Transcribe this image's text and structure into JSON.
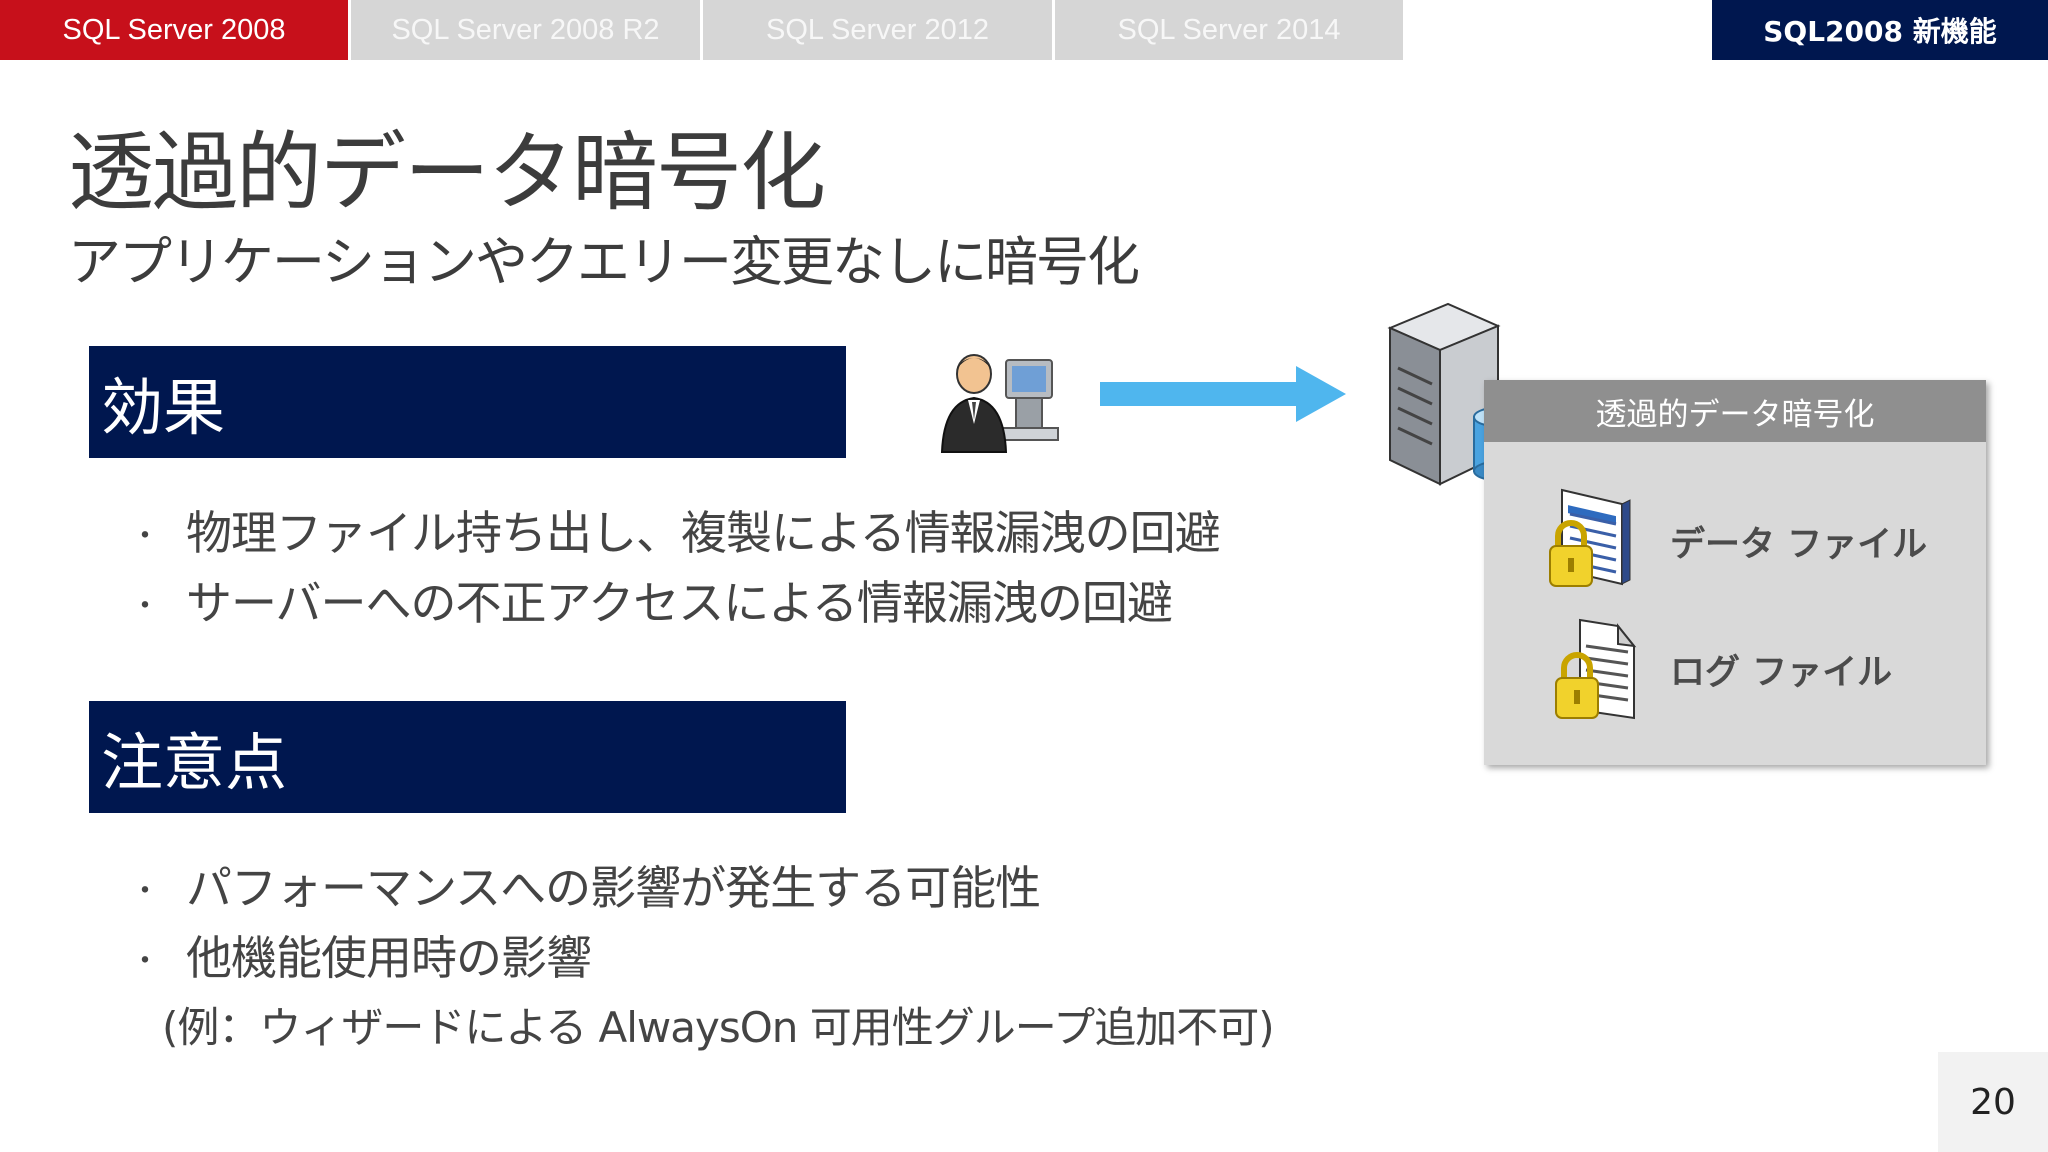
{
  "nav": {
    "tabs": [
      {
        "label": "SQL Server 2008",
        "active": true
      },
      {
        "label": "SQL Server 2008 R2",
        "active": false
      },
      {
        "label": "SQL Server 2012",
        "active": false
      },
      {
        "label": "SQL Server 2014",
        "active": false
      }
    ],
    "badge": "SQL2008 新機能"
  },
  "slide": {
    "title": "透過的データ暗号化",
    "subtitle": "アプリケーションやクエリー変更なしに暗号化",
    "sections": [
      {
        "heading": "効果",
        "bullets": [
          "物理ファイル持ち出し、複製による情報漏洩の回避",
          "サーバーへの不正アクセスによる情報漏洩の回避"
        ]
      },
      {
        "heading": "注意点",
        "bullets": [
          "パフォーマンスへの影響が発生する可能性",
          "他機能使用時の影響"
        ],
        "note": "(例：ウィザードによる AlwaysOn 可用性グループ追加不可)"
      }
    ],
    "diagram": {
      "panel_title": "透過的データ暗号化",
      "data_file_label": "データ ファイル",
      "log_file_label": "ログ ファイル",
      "arrow_color": "#4fb6ee"
    },
    "page_number": "20"
  },
  "colors": {
    "active_tab": "#c7101b",
    "inactive_tab": "#d6d6d6",
    "navy": "#00174f"
  }
}
